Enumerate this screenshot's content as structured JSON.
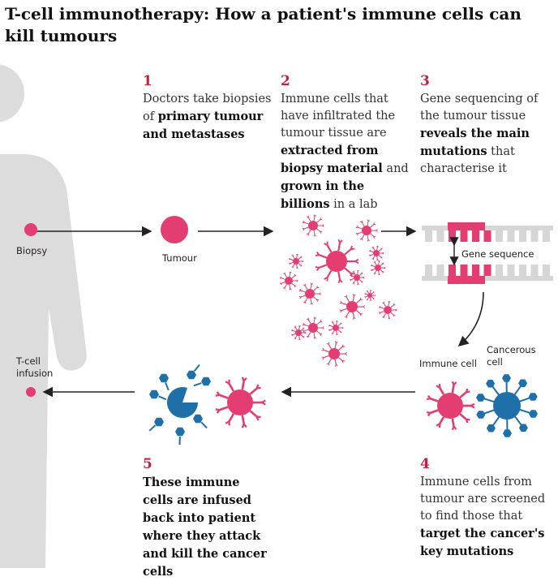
{
  "title": "T-cell immunotherapy: How a patient's immune cells can kill tumours",
  "steps": [
    {
      "num": "1",
      "parts": [
        {
          "t": "Doctors take biopsies of "
        },
        {
          "t": "primary tumour and metastases",
          "b": true
        }
      ]
    },
    {
      "num": "2",
      "parts": [
        {
          "t": "Immune cells that have infiltrated the tumour tissue are "
        },
        {
          "t": "extracted from biopsy material",
          "b": true
        },
        {
          "t": " and "
        },
        {
          "t": "grown in the billions",
          "b": true
        },
        {
          "t": " in a lab"
        }
      ]
    },
    {
      "num": "3",
      "parts": [
        {
          "t": "Gene sequencing of the tumour tissue "
        },
        {
          "t": "reveals the main mutations",
          "b": true
        },
        {
          "t": " that characterise it"
        }
      ]
    },
    {
      "num": "4",
      "parts": [
        {
          "t": "Immune cells from tumour are screened to find those that "
        },
        {
          "t": "target the cancer's key mutations",
          "b": true
        }
      ]
    },
    {
      "num": "5",
      "parts": [
        {
          "t": "These immune cells are infused back into patient where they attack and kill the cancer cells",
          "b": true
        }
      ]
    }
  ],
  "labels": {
    "biopsy": "Biopsy",
    "tumour": "Tumour",
    "gene_sequence": "Gene sequence",
    "immune_cell": "Immune cell",
    "cancerous_cell": "Cancerous cell",
    "tcell_infusion": "T-cell infusion"
  },
  "colors": {
    "accent": "#c7203f",
    "cell_pink": "#e33d72",
    "cell_blue": "#1f6fa8",
    "body_grey": "#dcdcdc",
    "arrow": "#222222"
  }
}
